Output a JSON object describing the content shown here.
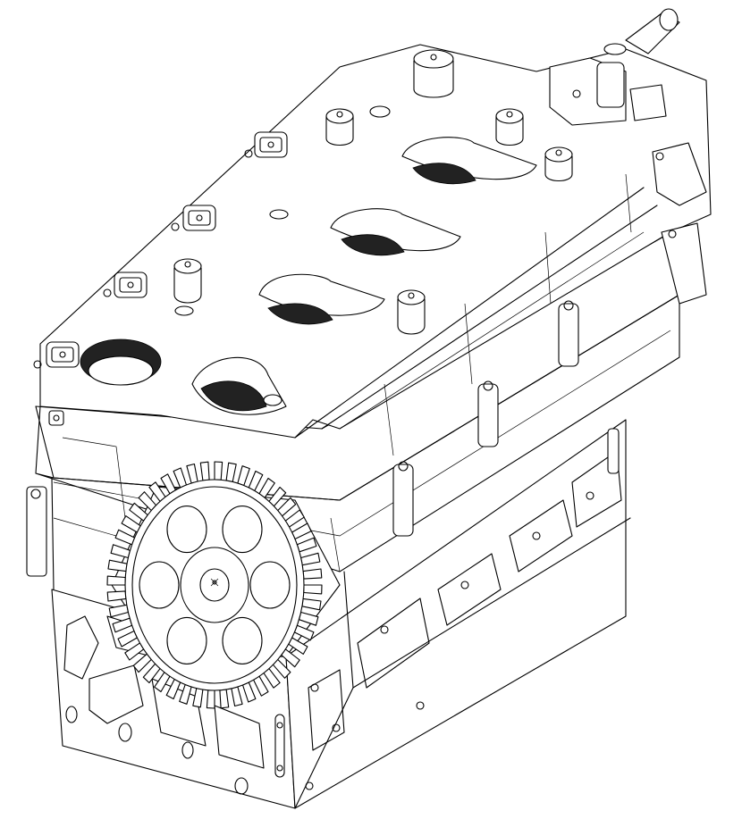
{
  "figure": {
    "subject": "engine-cylinder-head-line-drawing",
    "style": "monochrome technical line art",
    "colors": {
      "line": "#000000",
      "background": "#ffffff",
      "shade": "#222222"
    }
  },
  "components": {
    "cam_gear_teeth": 48,
    "gear_bolt_holes": 6,
    "injector_clamps": 4,
    "valve_cover_ports": 4
  }
}
